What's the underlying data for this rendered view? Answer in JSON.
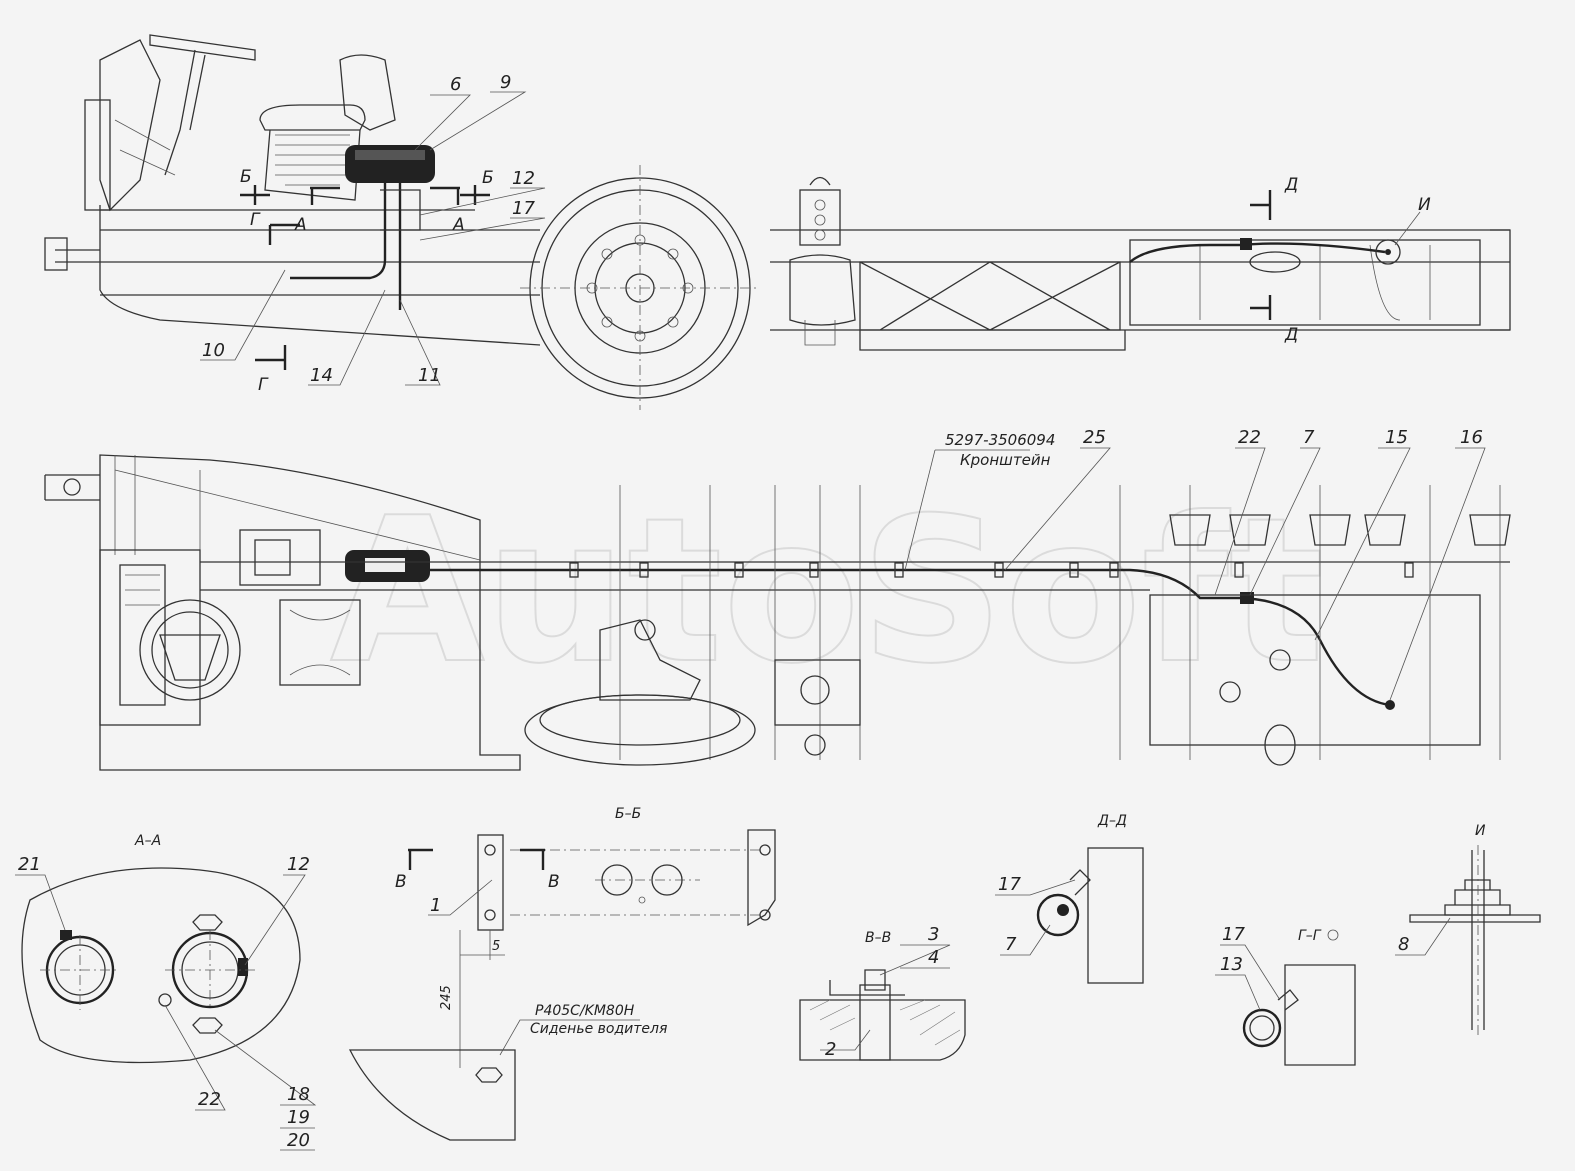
{
  "watermark": "AutoSoft",
  "callouts": {
    "c1": "1",
    "c2": "2",
    "c3": "3",
    "c4": "4",
    "c6": "6",
    "c7a": "7",
    "c7b": "7",
    "c8": "8",
    "c9": "9",
    "c10": "10",
    "c11": "11",
    "c12a": "12",
    "c12b": "12",
    "c13": "13",
    "c14": "14",
    "c15": "15",
    "c16": "16",
    "c17a": "17",
    "c17b": "17",
    "c17c": "17",
    "c18": "18",
    "c19": "19",
    "c20": "20",
    "c21": "21",
    "c22a": "22",
    "c22b": "22",
    "c25": "25"
  },
  "section_marks": {
    "a1": "А",
    "a2": "А",
    "b1": "Б",
    "b2": "Б",
    "g1": "Г",
    "g2": "Г",
    "d1": "Д",
    "d2": "Д",
    "i1": "И",
    "v1": "В",
    "v2": "В"
  },
  "view_titles": {
    "aa": "А–А",
    "bb": "Б–Б",
    "dd": "Д–Д",
    "vv": "В–В",
    "gg": "Г–Г",
    "ii": "И"
  },
  "annotations": {
    "bracket_part": "5297-3506094",
    "bracket_name": "Кронштейн",
    "seat_model": "P405C/KM80H",
    "seat_name": "Сиденье водителя"
  },
  "dimensions": {
    "vertical": "245",
    "horizontal": "5"
  }
}
